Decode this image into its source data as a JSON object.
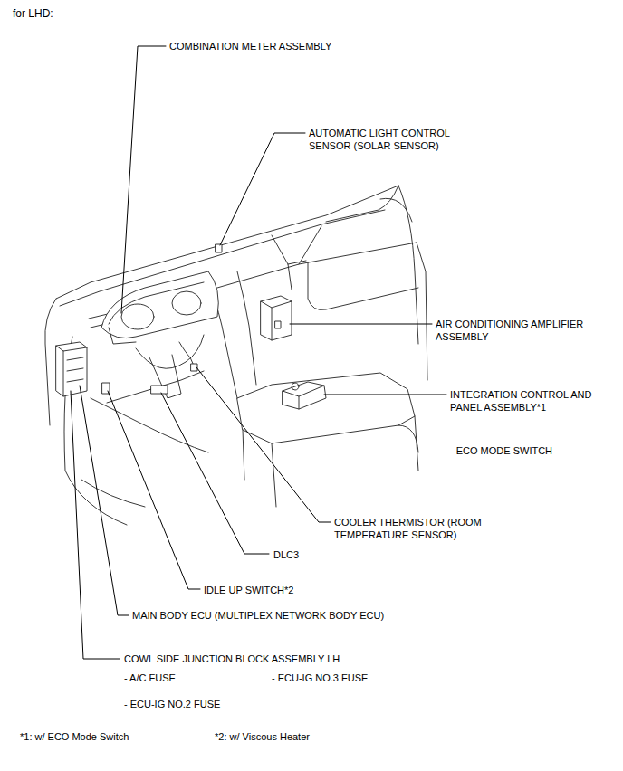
{
  "diagram": {
    "title": "for LHD:",
    "labels": [
      "COMBINATION METER ASSEMBLY",
      "AUTOMATIC LIGHT CONTROL SENSOR (SOLAR SENSOR)",
      "AIR CONDITIONING AMPLIFIER ASSEMBLY",
      "INTEGRATION CONTROL AND PANEL ASSEMBLY*1",
      "- ECO MODE SWITCH",
      "COOLER THERMISTOR (ROOM TEMPERATURE SENSOR)",
      "DLC3",
      "IDLE UP SWITCH*2",
      "MAIN BODY ECU (MULTIPLEX NETWORK BODY ECU)",
      "COWL SIDE JUNCTION BLOCK ASSEMBLY LH",
      "- A/C FUSE",
      "- ECU-IG NO.3 FUSE",
      "- ECU-IG NO.2 FUSE",
      "*1: w/ ECO Mode Switch",
      "*2: w/ Viscous Heater"
    ]
  }
}
